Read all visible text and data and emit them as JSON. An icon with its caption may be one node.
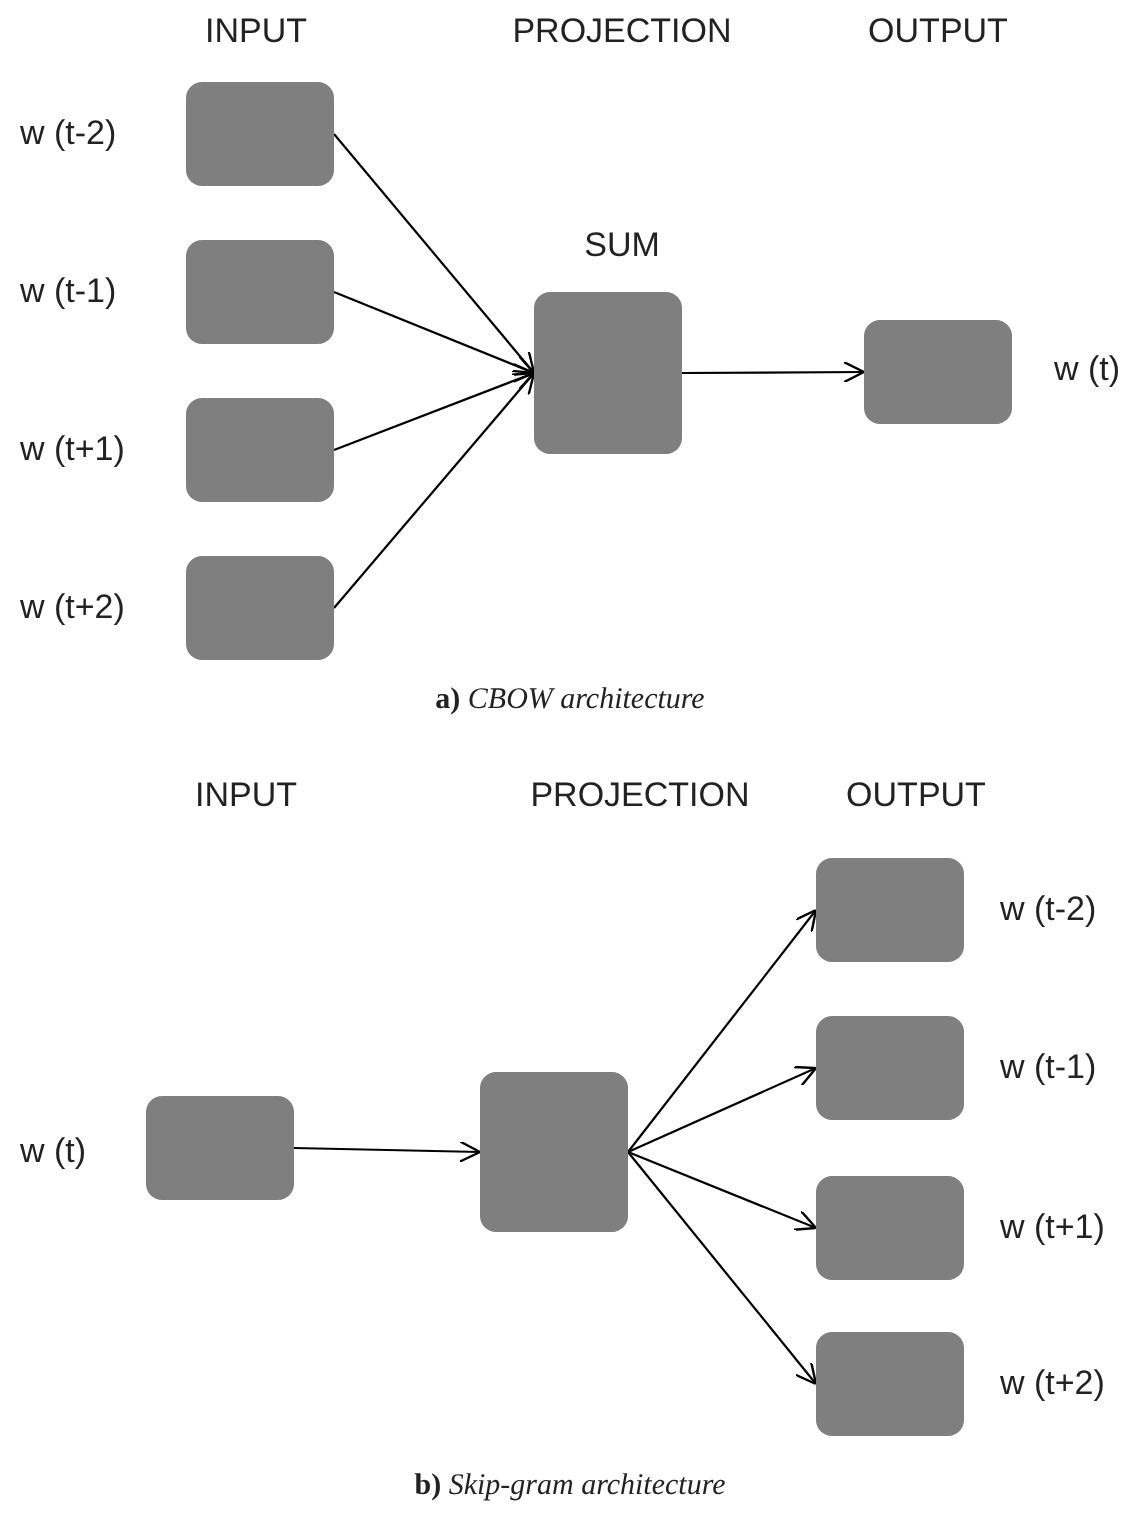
{
  "diagram": {
    "nodes": [
      {
        "text": [],
        "shape": "box",
        "beside": [
          "w (t-2)"
        ]
      },
      {
        "text": [],
        "shape": "box",
        "beside": [
          "w (t-1)"
        ]
      },
      {
        "text": [],
        "shape": "box",
        "beside": [
          "w (t+1)"
        ]
      },
      {
        "text": [],
        "shape": "box",
        "beside": [
          "w (t+2)"
        ]
      },
      {
        "text": [],
        "shape": "box",
        "beside": [
          "SUM"
        ]
      },
      {
        "text": [],
        "shape": "box",
        "beside": [
          "w (t)"
        ]
      },
      {
        "text": [],
        "shape": "box",
        "beside": [
          "w (t)"
        ]
      },
      {
        "text": [],
        "shape": "box"
      },
      {
        "text": [],
        "shape": "box",
        "beside": [
          "w (t-2)"
        ]
      },
      {
        "text": [],
        "shape": "box",
        "beside": [
          "w (t-1)"
        ]
      },
      {
        "text": [],
        "shape": "box",
        "beside": [
          "w (t+1)"
        ]
      },
      {
        "text": [],
        "shape": "box",
        "beside": [
          "w (t+2)"
        ]
      }
    ],
    "edges": [
      {
        "from": 0,
        "to": 4,
        "arrow": "to"
      },
      {
        "from": 1,
        "to": 4,
        "arrow": "to"
      },
      {
        "from": 2,
        "to": 4,
        "arrow": "to"
      },
      {
        "from": 3,
        "to": 4,
        "arrow": "to"
      },
      {
        "from": 4,
        "to": 5,
        "arrow": "to"
      },
      {
        "from": 6,
        "to": 7,
        "arrow": "to"
      },
      {
        "from": 7,
        "to": 8,
        "arrow": "to"
      },
      {
        "from": 7,
        "to": 9,
        "arrow": "to"
      },
      {
        "from": 7,
        "to": 10,
        "arrow": "to"
      },
      {
        "from": 7,
        "to": 11,
        "arrow": "to"
      }
    ],
    "labels": [
      "INPUT",
      "PROJECTION",
      "OUTPUT",
      "**a)** *CBOW architecture*",
      "INPUT",
      "PROJECTION",
      "OUTPUT",
      "**b)** *Skip-gram architecture*"
    ]
  }
}
